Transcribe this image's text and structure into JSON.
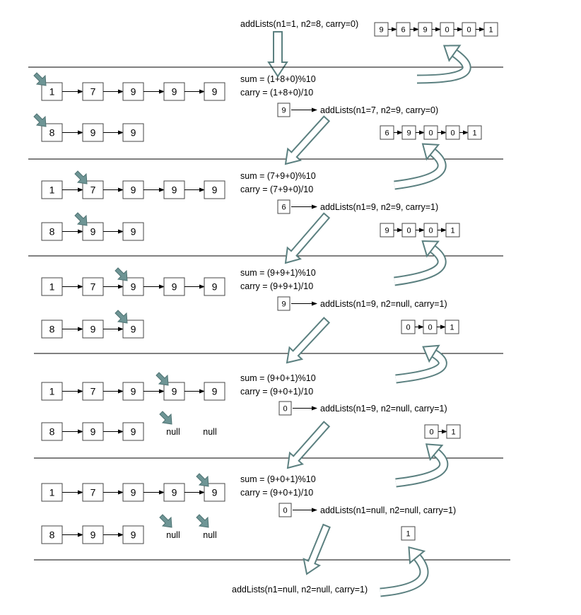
{
  "top_call": "addLists(n1=1, n2=8, carry=0)",
  "top_result": [
    "9",
    "6",
    "9",
    "0",
    "0",
    "1"
  ],
  "final_call": "addLists(n1=null, n2=null, carry=1)",
  "colors": {
    "hollow_arrow": "#5b8080",
    "pointer": "#6e9595",
    "line": "#000000"
  },
  "steps": [
    {
      "list1": [
        "1",
        "7",
        "9",
        "9",
        "9"
      ],
      "list2": [
        "8",
        "9",
        "9"
      ],
      "p1": 0,
      "p2": 0,
      "sum": "sum = (1+8+0)%10",
      "carry": "carry = (1+8+0)/10",
      "digit": "9",
      "call": "addLists(n1=7, n2=9, carry=0)",
      "result": [
        "6",
        "9",
        "0",
        "0",
        "1"
      ]
    },
    {
      "list1": [
        "1",
        "7",
        "9",
        "9",
        "9"
      ],
      "list2": [
        "8",
        "9",
        "9"
      ],
      "p1": 1,
      "p2": 1,
      "sum": "sum = (7+9+0)%10",
      "carry": "carry = (7+9+0)/10",
      "digit": "6",
      "call": "addLists(n1=9, n2=9, carry=1)",
      "result": [
        "9",
        "0",
        "0",
        "1"
      ]
    },
    {
      "list1": [
        "1",
        "7",
        "9",
        "9",
        "9"
      ],
      "list2": [
        "8",
        "9",
        "9"
      ],
      "p1": 2,
      "p2": 2,
      "sum": "sum = (9+9+1)%10",
      "carry": "carry = (9+9+1)/10",
      "digit": "9",
      "call": "addLists(n1=9, n2=null, carry=1)",
      "result": [
        "0",
        "0",
        "1"
      ]
    },
    {
      "list1": [
        "1",
        "7",
        "9",
        "9",
        "9"
      ],
      "list2": [
        "8",
        "9",
        "9"
      ],
      "nulls": [
        "null",
        "null"
      ],
      "p1": 3,
      "p2null": [
        0
      ],
      "sum": "sum = (9+0+1)%10",
      "carry": "carry = (9+0+1)/10",
      "digit": "0",
      "call": "addLists(n1=9, n2=null, carry=1)",
      "result": [
        "0",
        "1"
      ]
    },
    {
      "list1": [
        "1",
        "7",
        "9",
        "9",
        "9"
      ],
      "list2": [
        "8",
        "9",
        "9"
      ],
      "nulls": [
        "null",
        "null"
      ],
      "p1": 4,
      "p2null": [
        0,
        1
      ],
      "sum": "sum = (9+0+1)%10",
      "carry": "carry = (9+0+1)/10",
      "digit": "0",
      "call": "addLists(n1=null, n2=null, carry=1)",
      "result": [
        "1"
      ]
    }
  ]
}
